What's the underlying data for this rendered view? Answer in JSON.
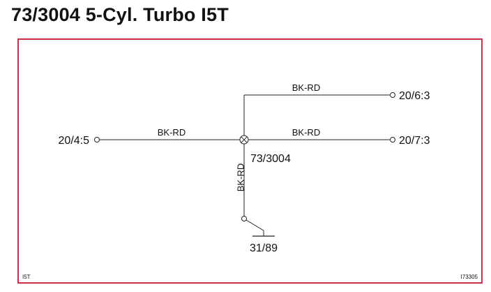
{
  "title": "73/3004 5-Cyl. Turbo I5T",
  "splice": {
    "id": "73/3004"
  },
  "wires": {
    "left": "BK-RD",
    "upper_right": "BK-RD",
    "right": "BK-RD",
    "down": "BK-RD"
  },
  "terminals": {
    "left": "20/4:5",
    "upper_right": "20/6:3",
    "right": "20/7:3",
    "ground": "31/89"
  },
  "footer": {
    "left": "I5T",
    "right": "I73305"
  },
  "colors": {
    "frame": "#c8304a",
    "line": "#222222",
    "text": "#111111"
  }
}
